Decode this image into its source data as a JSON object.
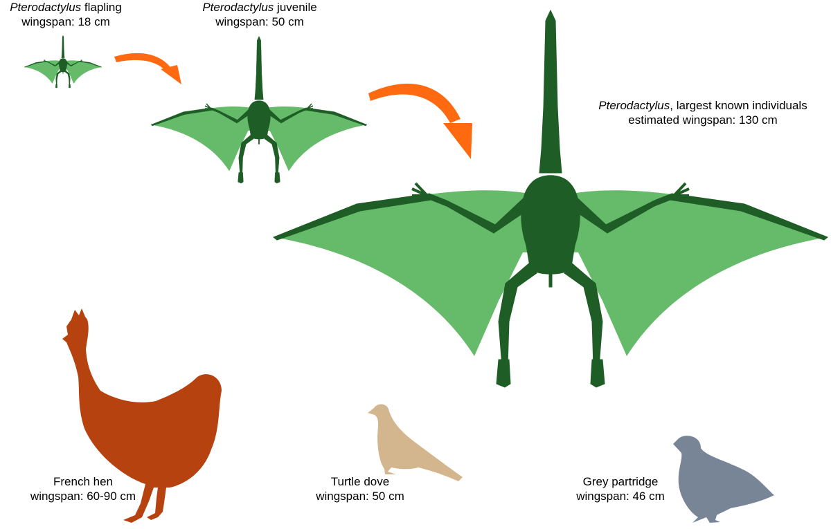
{
  "labels": {
    "flapling": {
      "genus": "Pterodactylus",
      "stage": " flapling",
      "wingspan": "wingspan: 18 cm"
    },
    "juvenile": {
      "genus": "Pterodactylus",
      "stage": " juvenile",
      "wingspan": "wingspan: 50 cm"
    },
    "adult": {
      "genus": "Pterodactylus",
      "stage": ", largest known individuals",
      "wingspan": "estimated wingspan: 130 cm"
    },
    "hen": {
      "name": "French hen",
      "wingspan": "wingspan: 60-90 cm"
    },
    "dove": {
      "name": "Turtle dove",
      "wingspan": "wingspan: 50 cm"
    },
    "partridge": {
      "name": "Grey partridge",
      "wingspan": "wingspan: 46 cm"
    }
  },
  "colors": {
    "wing_membrane": "#66bb6a",
    "pterosaur_body": "#1e5e26",
    "arrow": "#ff6a10",
    "hen": "#b5420f",
    "dove": "#d4b68e",
    "partridge": "#788596"
  }
}
